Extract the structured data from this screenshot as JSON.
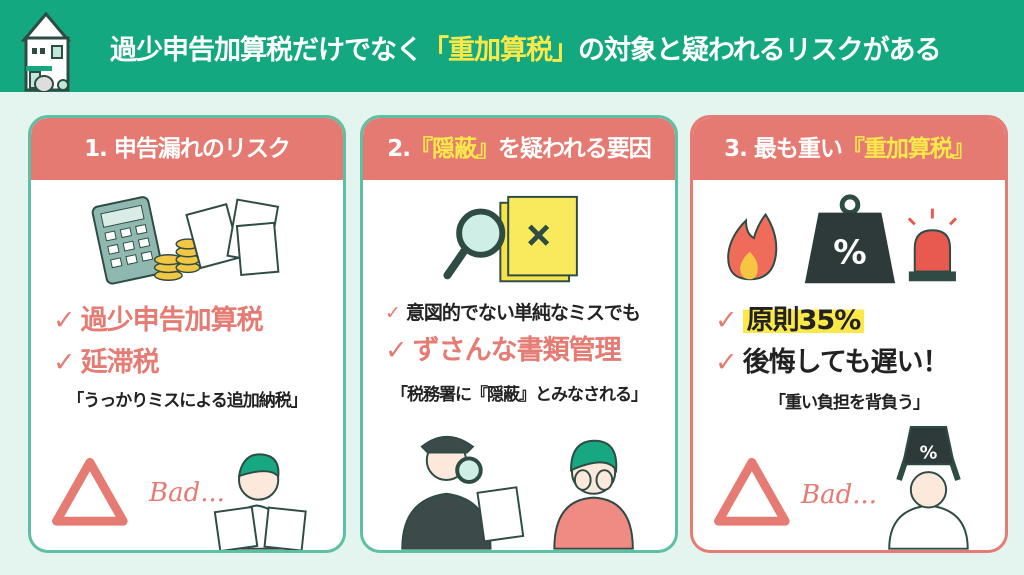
{
  "header": {
    "title_before": "過少申告加算税だけでなく",
    "title_highlight": "「重加算税」",
    "title_after": "の対象と疑われるリスクがある",
    "icon": "house-icon"
  },
  "cards": [
    {
      "number": "1.",
      "heading": "申告漏れのリスク",
      "items": [
        "過少申告加算税",
        "延滞税"
      ],
      "quote": "「うっかりミスによる追加納税」",
      "bad": "Bad...",
      "icons": [
        "calculator-icon",
        "coins-icon",
        "documents-icon",
        "warning-triangle-icon",
        "worried-woman-icon"
      ]
    },
    {
      "number": "2.",
      "heading_open": "『",
      "heading_highlight": "隠蔽",
      "heading_close": "』",
      "heading_after": "を疑われる要因",
      "items": [
        "意図的でない単純なミスでも",
        "ずさんな書類管理"
      ],
      "quote": "「税務署に『隠蔽』とみなされる」",
      "icons": [
        "magnifier-icon",
        "folder-x-icon",
        "inspector-icon",
        "crying-woman-icon"
      ]
    },
    {
      "number": "3.",
      "heading": "最も重い",
      "heading_highlight": "『重加算税』",
      "items": [
        "原則35%",
        "後悔しても遅い！"
      ],
      "quote": "「重い負担を背負う」",
      "bad": "Bad...",
      "percent": "%",
      "icons": [
        "fire-icon",
        "weight-percent-icon",
        "siren-icon",
        "warning-triangle-icon",
        "burdened-woman-icon"
      ]
    }
  ],
  "check_mark": "✓",
  "colors": {
    "green": "#14a880",
    "red": "#e57a72",
    "yellow": "#fbe94a"
  }
}
